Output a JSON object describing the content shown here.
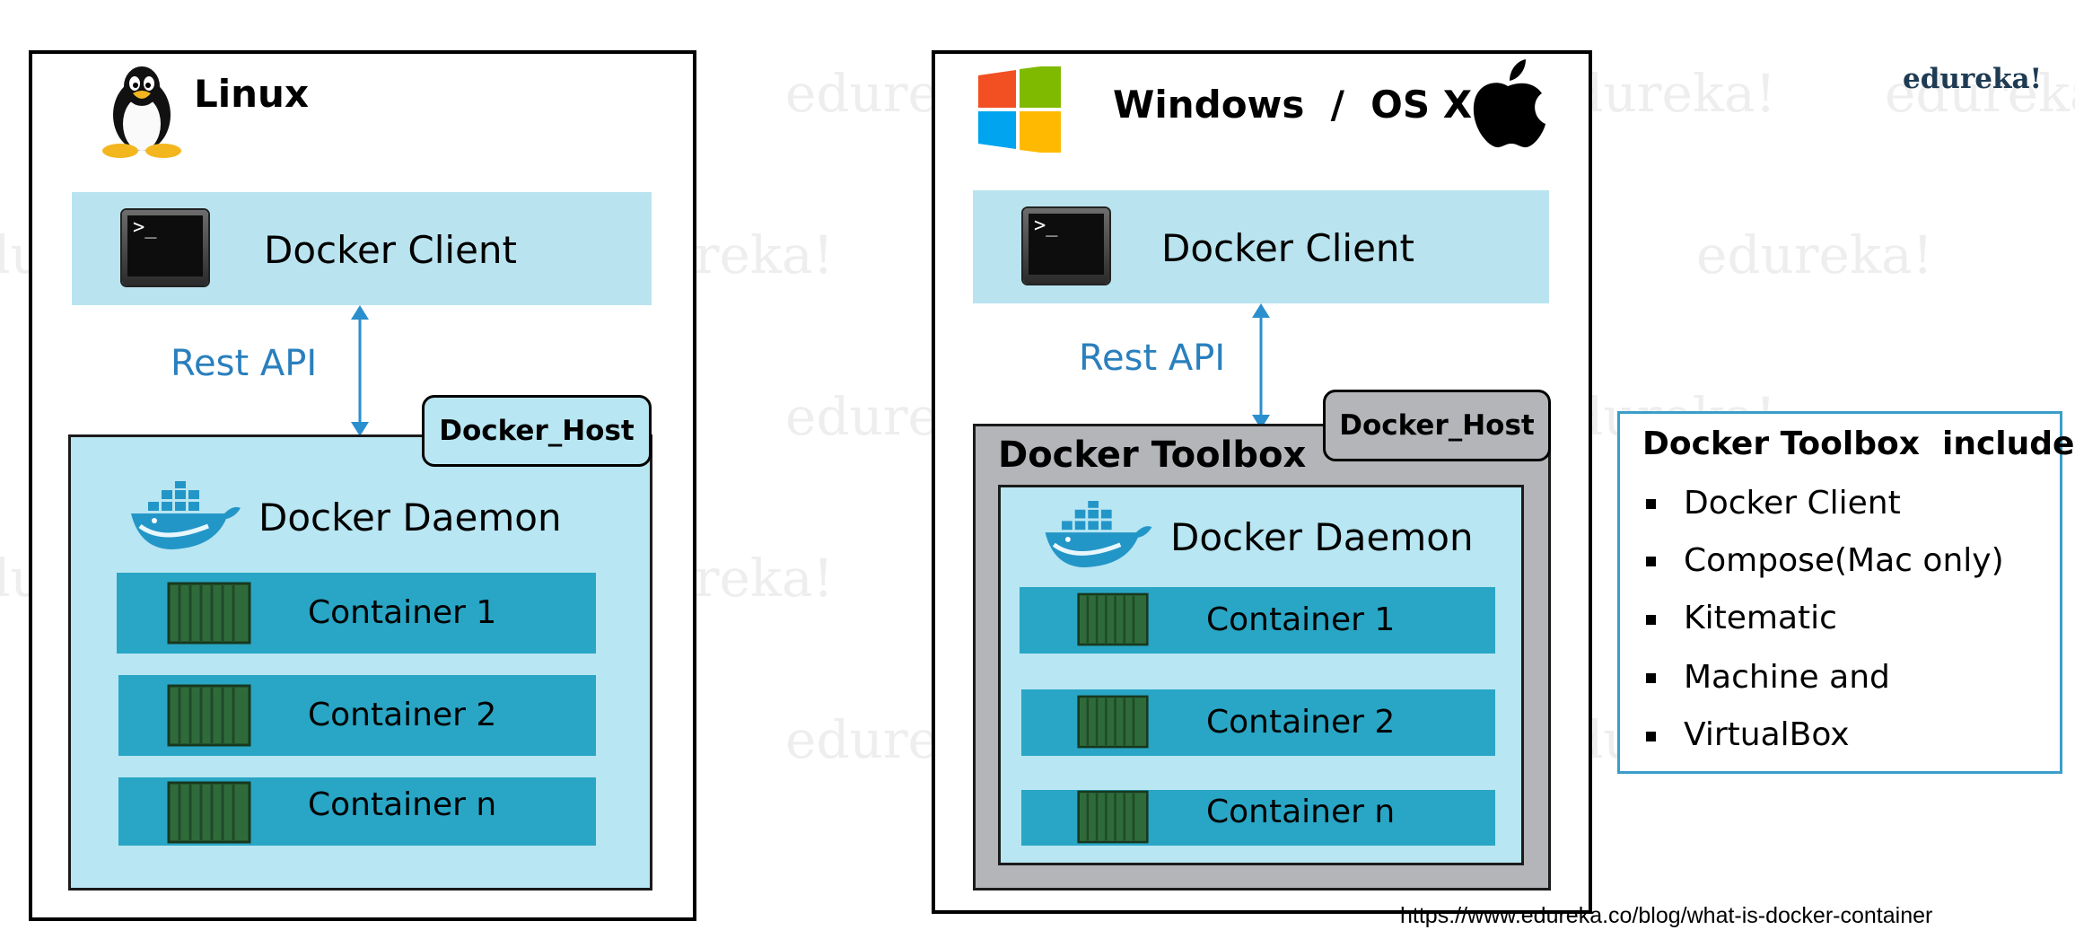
{
  "watermark": "edureka!",
  "brand": "edureka!",
  "source_url": "https://www.edureka.co/blog/what-is-docker-container",
  "linux_panel": {
    "title": "Linux",
    "client_label": "Docker Client",
    "api_label": "Rest API",
    "host_label": "Docker_Host",
    "daemon_label": "Docker Daemon",
    "containers": [
      "Container 1",
      "Container 2",
      "Container n"
    ]
  },
  "windows_panel": {
    "title": "Windows  /  OS X",
    "client_label": "Docker Client",
    "api_label": "Rest API",
    "host_label": "Docker_Host",
    "toolbox_label": "Docker Toolbox",
    "daemon_label": "Docker Daemon",
    "containers": [
      "Container 1",
      "Container 2",
      "Container n"
    ]
  },
  "terminal_prompt": ">_",
  "toolbox_list": {
    "heading": "Docker Toolbox  includes:",
    "items": [
      "Docker Client",
      "Compose(Mac only)",
      "Kitematic",
      "Machine and",
      "VirtualBox"
    ]
  },
  "colors": {
    "client_bar": "#b9e4ef",
    "daemon_bg": "#b8e6f2",
    "container_bar": "#29a6c5",
    "toolbox_bg": "#b3b5b8",
    "api_arrow": "#2a8fcc",
    "rest_text": "#2a7fbd",
    "list_border": "#3a9ec9"
  },
  "icons": [
    "tux-penguin-icon",
    "windows-logo-icon",
    "apple-logo-icon",
    "terminal-icon",
    "docker-whale-icon",
    "shipping-container-icon"
  ]
}
